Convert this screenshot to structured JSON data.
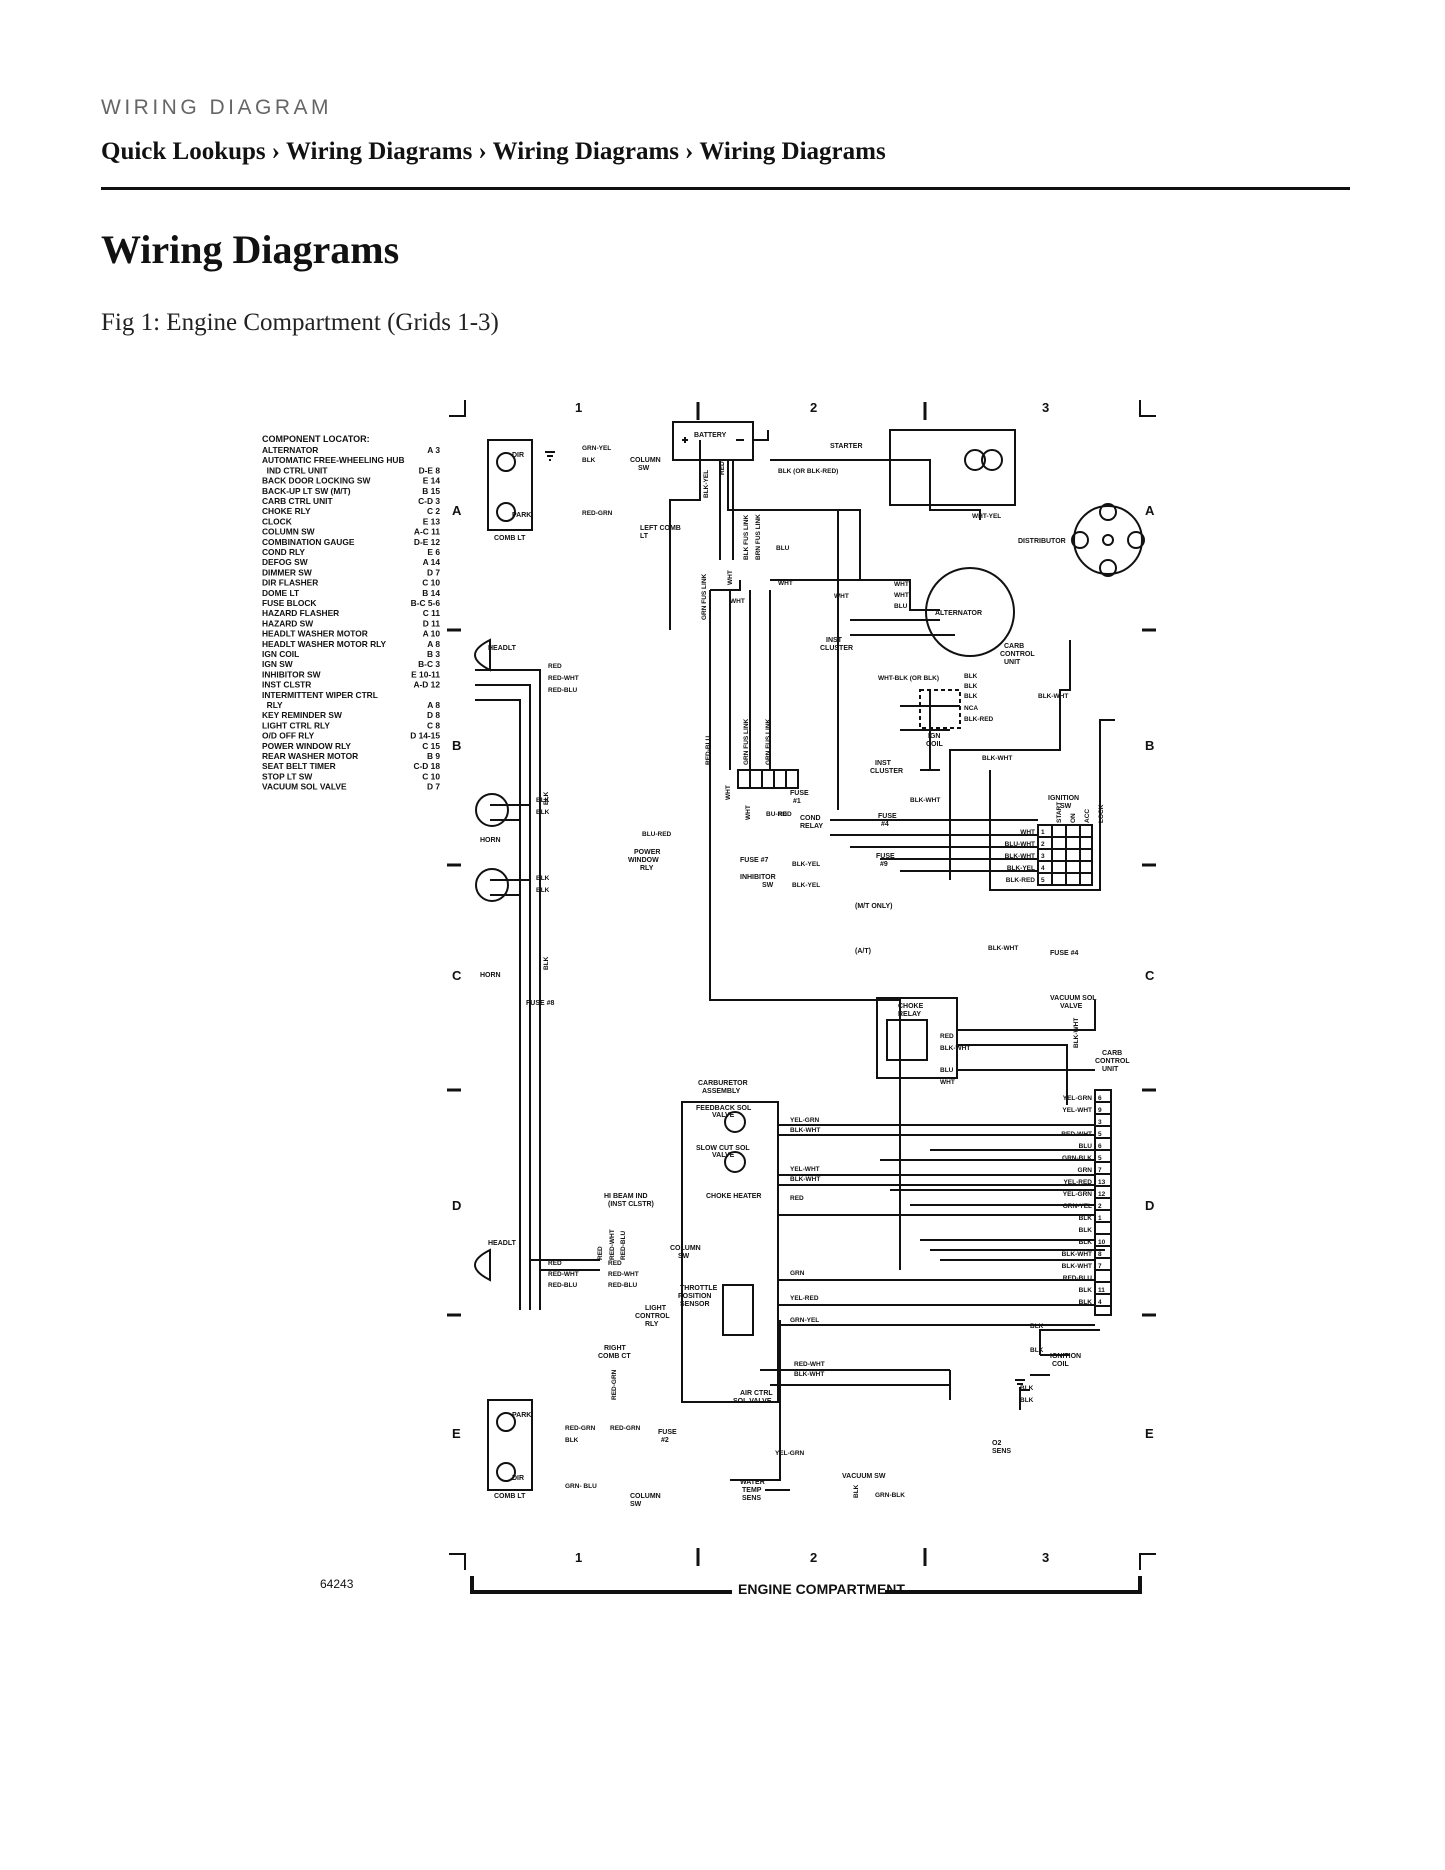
{
  "header": {
    "kicker": "WIRING DIAGRAM",
    "breadcrumb": [
      "Quick Lookups",
      "Wiring Diagrams",
      "Wiring Diagrams",
      "Wiring Diagrams"
    ],
    "separator": "›"
  },
  "page": {
    "title": "Wiring Diagrams",
    "figure_caption": "Fig 1: Engine Compartment (Grids 1-3)"
  },
  "diagram": {
    "figure_id": "64243",
    "bottom_label": "ENGINE COMPARTMENT",
    "columns": [
      "1",
      "2",
      "3"
    ],
    "rows": [
      "A",
      "B",
      "C",
      "D",
      "E"
    ],
    "locator_title": "COMPONENT LOCATOR:",
    "locator": [
      {
        "name": "ALTERNATOR",
        "grid": "A 3"
      },
      {
        "name": "AUTOMATIC FREE-WHEELING HUB",
        "grid": ""
      },
      {
        "name": "  IND CTRL UNIT",
        "grid": "D-E 8"
      },
      {
        "name": "BACK DOOR LOCKING SW",
        "grid": "E 14"
      },
      {
        "name": "BACK-UP LT SW (M/T)",
        "grid": "B 15"
      },
      {
        "name": "CARB CTRL UNIT",
        "grid": "C-D 3"
      },
      {
        "name": "CHOKE RLY",
        "grid": "C 2"
      },
      {
        "name": "CLOCK",
        "grid": "E 13"
      },
      {
        "name": "COLUMN SW",
        "grid": "A-C 11"
      },
      {
        "name": "COMBINATION GAUGE",
        "grid": "D-E 12"
      },
      {
        "name": "COND RLY",
        "grid": "E 6"
      },
      {
        "name": "DEFOG SW",
        "grid": "A 14"
      },
      {
        "name": "DIMMER SW",
        "grid": "D 7"
      },
      {
        "name": "DIR FLASHER",
        "grid": "C 10"
      },
      {
        "name": "DOME LT",
        "grid": "B 14"
      },
      {
        "name": "FUSE BLOCK",
        "grid": "B-C 5-6"
      },
      {
        "name": "HAZARD FLASHER",
        "grid": "C 11"
      },
      {
        "name": "HAZARD SW",
        "grid": "D 11"
      },
      {
        "name": "HEADLT WASHER MOTOR",
        "grid": "A 10"
      },
      {
        "name": "HEADLT WASHER MOTOR RLY",
        "grid": "A 8"
      },
      {
        "name": "IGN COIL",
        "grid": "B 3"
      },
      {
        "name": "IGN SW",
        "grid": "B-C 3"
      },
      {
        "name": "INHIBITOR SW",
        "grid": "E 10-11"
      },
      {
        "name": "INST CLSTR",
        "grid": "A-D 12"
      },
      {
        "name": "INTERMITTENT WIPER CTRL",
        "grid": ""
      },
      {
        "name": "  RLY",
        "grid": "A 8"
      },
      {
        "name": "KEY REMINDER SW",
        "grid": "D 8"
      },
      {
        "name": "LIGHT CTRL RLY",
        "grid": "C 8"
      },
      {
        "name": "O/D OFF RLY",
        "grid": "D 14-15"
      },
      {
        "name": "POWER WINDOW RLY",
        "grid": "C 15"
      },
      {
        "name": "REAR WASHER MOTOR",
        "grid": "B 9"
      },
      {
        "name": "SEAT BELT TIMER",
        "grid": "C-D 18"
      },
      {
        "name": "STOP LT SW",
        "grid": "C 10"
      },
      {
        "name": "VACUUM SOL VALVE",
        "grid": "D 7"
      }
    ],
    "components": {
      "battery": "BATTERY",
      "starter": "STARTER",
      "distributor": "DISTRIBUTOR",
      "alternator": "ALTERNATOR",
      "carb_control_unit_top": [
        "CARB",
        "CONTROL",
        "UNIT"
      ],
      "ign_coil": [
        "IGN",
        "COIL"
      ],
      "inst_cluster_top": [
        "INST",
        "CLUSTER"
      ],
      "inst_cluster_mid": [
        "INST",
        "CLUSTER"
      ],
      "ignition_sw": [
        "IGNITION",
        "SW"
      ],
      "ign_sw_cols": [
        "START",
        "ON",
        "ACC",
        "LOCK"
      ],
      "choke_relay": [
        "CHOKE",
        "RELAY"
      ],
      "vacuum_sol_valve": [
        "VACUUM SOL",
        "VALVE"
      ],
      "carb_control_unit_right": [
        "CARB",
        "CONTROL",
        "UNIT"
      ],
      "carburetor_assembly": [
        "CARBURETOR",
        "ASSEMBLY"
      ],
      "feedback_sol_valve": [
        "FEEDBACK SOL",
        "VALVE"
      ],
      "slow_cut_sol_valve": [
        "SLOW CUT SOL",
        "VALVE"
      ],
      "choke_heater": "CHOKE HEATER",
      "throttle_position_sensor": [
        "THROTTLE",
        "POSITION",
        "SENSOR"
      ],
      "hi_beam_ind": [
        "HI BEAM IND",
        "(INST CLSTR)"
      ],
      "column_sw_mid": [
        "COLUMN",
        "SW"
      ],
      "column_sw_top": [
        "COLUMN",
        "SW"
      ],
      "column_sw_bottom": [
        "COLUMN",
        "SW"
      ],
      "light_control_rly": [
        "LIGHT",
        "CONTROL",
        "RLY"
      ],
      "right_comb_ct": [
        "RIGHT",
        "COMB CT"
      ],
      "air_ctrl_sol_valve": [
        "AIR CTRL",
        "SOL VALVE"
      ],
      "water_temp_sens": [
        "WATER",
        "TEMP",
        "SENS"
      ],
      "vacuum_sw": "VACUUM SW",
      "o2_sens": [
        "O2",
        "SENS"
      ],
      "ignition_coil_bottom": [
        "IGNITION",
        "COIL"
      ],
      "power_window_rly": [
        "POWER",
        "WINDOW",
        "RLY"
      ],
      "inhibitor_sw": [
        "INHIBITOR",
        "SW"
      ],
      "cond_relay": [
        "COND",
        "RELAY"
      ],
      "mt_only": "(M/T ONLY)",
      "at": "(A/T)",
      "headlt": "HEADLT",
      "horn": "HORN",
      "dir": "DIR",
      "park": "PARK",
      "comb_lt": "COMB LT",
      "left_comb_lt": [
        "LEFT COMB",
        "LT"
      ]
    },
    "fuses": {
      "f1": [
        "FUSE",
        "#1"
      ],
      "f2": [
        "FUSE",
        "#2"
      ],
      "f4": "FUSE #4",
      "f4b": [
        "FUSE",
        "#4"
      ],
      "f7": "FUSE #7",
      "f8": "FUSE #8",
      "f9": [
        "FUSE",
        "#9"
      ]
    },
    "wires": {
      "grn_yel": "GRN-YEL",
      "blk": "BLK",
      "red_grn": "RED-GRN",
      "blk_or_blk_red": "BLK (OR BLK-RED)",
      "blu": "BLU",
      "wht": "WHT",
      "wht_yel": "WHT-YEL",
      "wht_blk_or_blk": "WHT-BLK (OR BLK)",
      "nca": "NCA",
      "blk_red": "BLK-RED",
      "blk_wht": "BLK-WHT",
      "red": "RED",
      "red_wht": "RED-WHT",
      "red_blu": "RED-BLU",
      "blu_red": "BLU-RED",
      "bu_rd": "BU-RD",
      "blk_yel": "BLK-YEL",
      "blu_wht": "BLU-WHT",
      "yel_grn": "YEL-GRN",
      "yel_wht": "YEL-WHT",
      "yel_red": "YEL-RED",
      "grn_blk": "GRN-BLK",
      "grn": "GRN",
      "grn_blu": "GRN- BLU",
      "blk_yel_v": "BLK-YEL",
      "grn_fus_link": "GRN FUS LINK",
      "blk_fus_link": "BLK FUS LINK",
      "brn_fus_link": "BRN FUS LINK",
      "red_blu_v": "RED-BLU",
      "red_v": "RED",
      "wht_v": "WHT",
      "red_wht_v": "RED-WHT"
    },
    "carb_pins": [
      {
        "pin": "6",
        "wire": "YEL-GRN"
      },
      {
        "pin": "9",
        "wire": "YEL-WHT"
      },
      {
        "pin": "3",
        "wire": ""
      },
      {
        "pin": "5",
        "wire": "RED-WHT"
      },
      {
        "pin": "6",
        "wire": "BLU"
      },
      {
        "pin": "5",
        "wire": "GRN-BLK"
      },
      {
        "pin": "7",
        "wire": "GRN"
      },
      {
        "pin": "13",
        "wire": "YEL-RED"
      },
      {
        "pin": "12",
        "wire": "YEL-GRN"
      },
      {
        "pin": "2",
        "wire": "GRN-YEL"
      },
      {
        "pin": "1",
        "wire": "BLK"
      },
      {
        "pin": "",
        "wire": "BLK"
      },
      {
        "pin": "10",
        "wire": "BLK"
      },
      {
        "pin": "8",
        "wire": "BLK-WHT"
      },
      {
        "pin": "7",
        "wire": "BLK-WHT"
      },
      {
        "pin": "",
        "wire": "RED-BLU"
      },
      {
        "pin": "11",
        "wire": "BLK"
      },
      {
        "pin": "4",
        "wire": "BLK"
      }
    ],
    "ign_rows": [
      {
        "n": "1",
        "wire": "WHT"
      },
      {
        "n": "2",
        "wire": "BLU-WHT"
      },
      {
        "n": "3",
        "wire": "BLK-WHT"
      },
      {
        "n": "4",
        "wire": "BLK-YEL"
      },
      {
        "n": "5",
        "wire": "BLK-RED"
      }
    ]
  }
}
